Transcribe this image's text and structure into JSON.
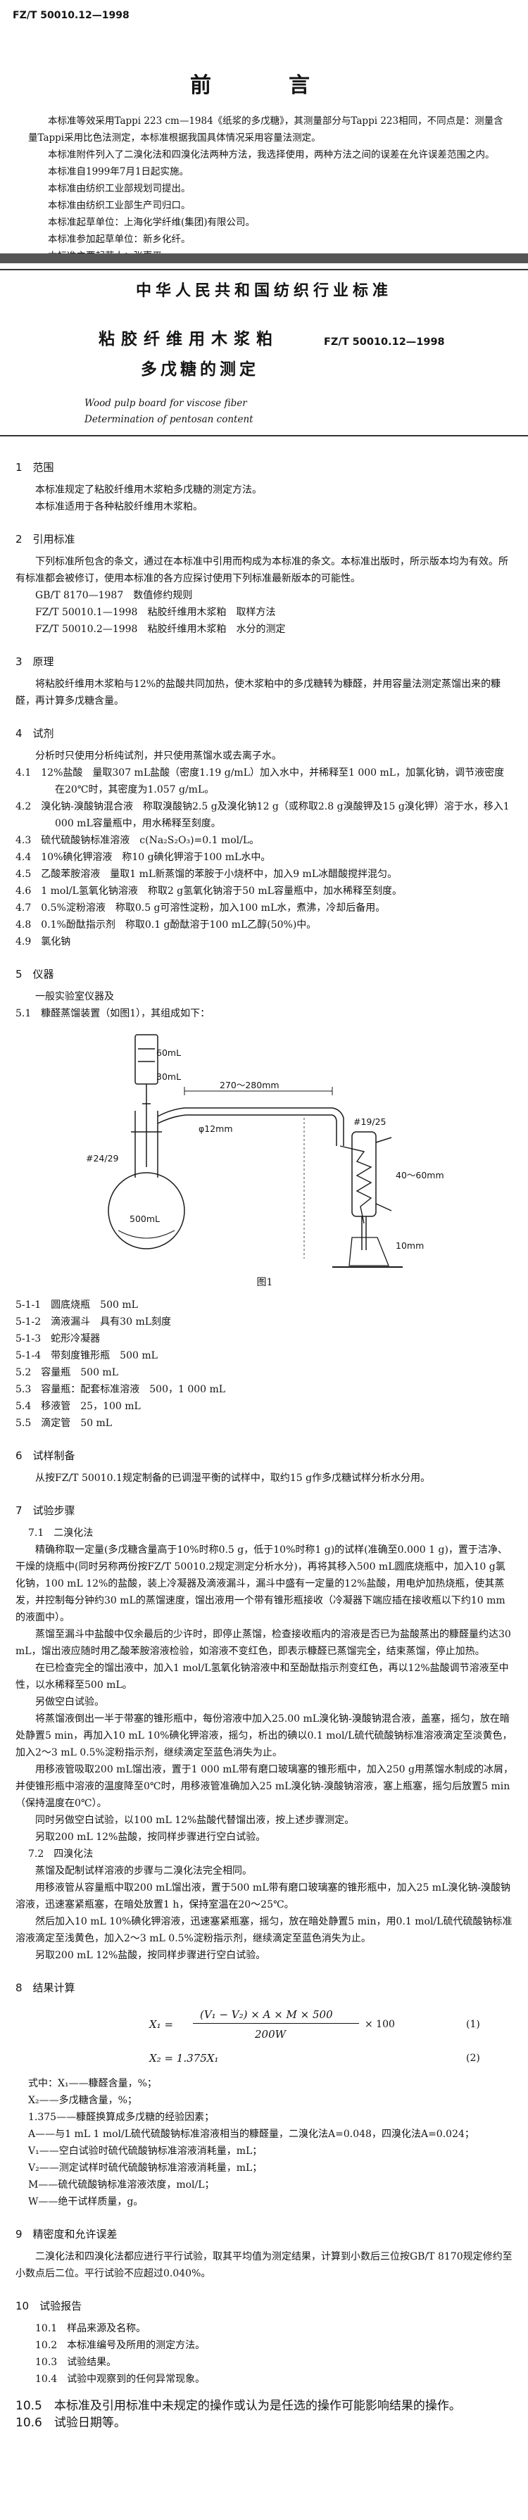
{
  "header": {
    "standard_code": "FZ/T 50010.12—1998"
  },
  "foreword": {
    "title": "前　言",
    "paragraphs": [
      "本标准等效采用Tappi 223 cm—1984《纸浆的多戊糖》，其测量部分与Tappi 223相同，不同点是：测量含量Tappi采用比色法测定，本标准根据我国具体情况采用容量法测定。",
      "本标准附件列入了二溴化法和四溴化法两种方法，我选择使用，两种方法之间的误差在允许误差范围之内。",
      "本标准自1999年7月1日起实施。",
      "本标准由纺织工业部规划司提出。",
      "本标准由纺织工业部生产司归口。",
      "本标准起草单位：上海化学纤维(集团)有限公司。",
      "本标准参加起草单位：新乡化纤。",
      "本标准主要起草人：张惠平。"
    ]
  },
  "ministry": "中华人民共和国纺织行业标准",
  "standard": {
    "title_line1": "粘胶纤维用木浆粕",
    "title_line2": "多戊糖的测定",
    "number": "FZ/T 50010.12—1998",
    "english_line1": "Wood pulp board for viscose fiber",
    "english_line2": "Determination of pentosan content"
  },
  "sections": {
    "s1_title": "1　范围",
    "s1_lines": [
      "本标准规定了粘胶纤维用木浆粕多戊糖的测定方法。",
      "本标准适用于各种粘胶纤维用木浆粕。"
    ],
    "s2_title": "2　引用标准",
    "s2_para": "下列标准所包含的条文，通过在本标准中引用而构成为本标准的条文。本标准出版时，所示版本均为有效。所有标准都会被修订，使用本标准的各方应探讨使用下列标准最新版本的可能性。",
    "s2_refs": [
      "GB/T 8170—1987　数值修约规则",
      "FZ/T 50010.1—1998　粘胶纤维用木浆粕　取样方法",
      "FZ/T 50010.2—1998　粘胶纤维用木浆粕　水分的测定"
    ],
    "s3_title": "3　原理",
    "s3_para": "将粘胶纤维用木浆粕与12%的盐酸共同加热，使木浆粕中的多戊糖转为糠醛，并用容量法测定蒸馏出来的糠醛，再计算多戊糖含量。",
    "s4_title": "4　试剂",
    "s4_intro": "分析时只使用分析纯试剂，并只使用蒸馏水或去离子水。",
    "s4_items": [
      "4.1　12%盐酸　量取307 mL盐酸（密度1.19 g/mL）加入水中，并稀释至1 000 mL，加氯化钠，调节液密度在20℃时，其密度为1.057 g/mL。",
      "4.2　溴化钠-溴酸钠混合液　称取溴酸钠2.5 g及溴化钠12 g（或称取2.8 g溴酸钾及15 g溴化钾）溶于水，移入1 000 mL容量瓶中，用水稀释至刻度。",
      "4.3　硫代硫酸钠标准溶液　c(Na₂S₂O₃)=0.1 mol/L。",
      "4.4　10%碘化钾溶液　称10 g碘化钾溶于100 mL水中。",
      "4.5　乙酸苯胺溶液　量取1 mL新蒸馏的苯胺于小烧杯中，加入9 mL冰醋酸搅拌混匀。",
      "4.6　1 mol/L氢氧化钠溶液　称取2 g氢氧化钠溶于50 mL容量瓶中，加水稀释至刻度。",
      "4.7　0.5%淀粉溶液　称取0.5 g可溶性淀粉，加入100 mL水，煮沸，冷却后备用。",
      "4.8　0.1%酚酞指示剂　称取0.1 g酚酞溶于100 mL乙醇(50%)中。",
      "4.9　氯化钠"
    ],
    "s5_title": "5　仪器",
    "s5_intro": "一般实验室仪器及",
    "s5_1": "5.1　糠醛蒸馏装置（如图1），其组成如下：",
    "figure_caption": "图1",
    "figure_labels": {
      "top_ml": "60mL",
      "vol_ml": "30mL",
      "dim_top": "270～280mm",
      "dim_d": "φ12mm",
      "joint_upper": "#19/25",
      "joint_lower": "#24/29",
      "flask": "500mL",
      "dim_side": "40～60mm",
      "dim_short": "10mm"
    },
    "s5_parts": [
      "5-1-1　圆底烧瓶　500 mL",
      "5-1-2　滴液漏斗　具有30 mL刻度",
      "5-1-3　蛇形冷凝器",
      "5-1-4　带刻度锥形瓶　500 mL",
      "5.2　容量瓶　500 mL",
      "5.3　容量瓶：配套标准溶液　500，1 000 mL",
      "5.4　移液管　25，100 mL",
      "5.5　滴定管　50 mL"
    ],
    "s6_title": "6　试样制备",
    "s6_para": "从按FZ/T 50010.1规定制备的已调湿平衡的试样中，取约15 g作多戊糖试样分析水分用。",
    "s7_title": "7　试验步骤",
    "s7_1": "7.1　二溴化法",
    "s7_1_paras": [
      "精确称取一定量(多戊糖含量高于10%时称0.5 g，低于10%时称1 g)的试样(准确至0.000 1 g)，置于洁净、干燥的烧瓶中(同时另称两份按FZ/T 50010.2规定测定分析水分)，再将其移入500 mL圆底烧瓶中，加入10 g氯化钠，100 mL 12%的盐酸，装上冷凝器及滴液漏斗，漏斗中盛有一定量的12%盐酸，用电炉加热烧瓶，使其蒸发，并控制每分钟约30 mL的蒸馏速度，馏出液用一个带有锥形瓶接收（冷凝器下端应插在接收瓶以下约10 mm的液面中）。",
      "蒸馏至漏斗中盐酸中仅余最后的少许时，即停止蒸馏，检查接收瓶内的溶液是否已为盐酸蒸出的糠醛量约达30 mL，馏出液应随时用乙酸苯胺溶液检验，如溶液不变红色，即表示糠醛已蒸馏完全，结束蒸馏，停止加热。",
      "在已检查完全的馏出液中，加入1 mol/L氢氧化钠溶液中和至酚酞指示剂变红色，再以12%盐酸调节溶液至中性，以水稀释至500 mL。",
      "另做空白试验。"
    ],
    "s7_1_paras2": [
      "将蒸馏液倒出一半于带塞的锥形瓶中，每份溶液中加入25.00 mL溴化钠-溴酸钠混合液，盖塞，摇匀，放在暗处静置5 min，再加入10 mL 10%碘化钾溶液，摇匀，析出的碘以0.1 mol/L硫代硫酸钠标准溶液滴定至淡黄色，加入2～3 mL 0.5%淀粉指示剂，继续滴定至蓝色消失为止。",
      "用移液管吸取200 mL馏出液，置于1 000 mL带有磨口玻璃塞的锥形瓶中，加入250 g用蒸馏水制成的冰屑，并使锥形瓶中溶液的温度降至0℃时，用移液管准确加入25 mL溴化钠-溴酸钠溶液，塞上瓶塞，摇匀后放置5 min（保持温度在0℃）。",
      "同时另做空白试验，以100 mL 12%盐酸代替馏出液，按上述步骤测定。",
      "另取200 mL 12%盐酸，按同样步骤进行空白试验。"
    ],
    "s7_2": "7.2　四溴化法",
    "s7_2_paras": [
      "蒸馏及配制试样溶液的步骤与二溴化法完全相同。",
      "用移液管从容量瓶中取200 mL馏出液，置于500 mL带有磨口玻璃塞的锥形瓶中，加入25 mL溴化钠-溴酸钠溶液，迅速塞紧瓶塞，在暗处放置1 h，保持室温在20～25℃。",
      "然后加入10 mL 10%碘化钾溶液，迅速塞紧瓶塞，摇匀，放在暗处静置5 min，用0.1 mol/L硫代硫酸钠标准溶液滴定至浅黄色，加入2～3 mL 0.5%淀粉指示剂，继续滴定至蓝色消失为止。",
      "另取200 mL 12%盐酸，按同样步骤进行空白试验。"
    ],
    "s8_title": "8　结果计算",
    "formula": {
      "lhs1": "X₁ =",
      "num1": "(V₁ − V₂) × A × M × 500",
      "den1": "200W",
      "rhs1": "× 100",
      "tag1": "(1)",
      "lhs2": "X₂ = 1.375X₁",
      "tag2": "(2)"
    },
    "s8_where": [
      "式中：X₁——糠醛含量，%；",
      "X₂——多戊糖含量，%；",
      "1.375——糠醛换算成多戊糖的经验因素；",
      "A——与1 mL 1 mol/L硫代硫酸钠标准溶液相当的糠醛量，二溴化法A=0.048，四溴化法A=0.024；",
      "V₁——空白试验时硫代硫酸钠标准溶液消耗量，mL；",
      "V₂——测定试样时硫代硫酸钠标准溶液消耗量，mL；",
      "M——硫代硫酸钠标准溶液浓度，mol/L；",
      "W——绝干试样质量，g。"
    ],
    "s9_title": "9　精密度和允许误差",
    "s9_para": "二溴化法和四溴化法都应进行平行试验，取其平均值为测定结果，计算到小数后三位按GB/T 8170规定修约至小数点后二位。平行试验不应超过0.040%。",
    "s10_title": "10　试验报告",
    "s10_items": [
      "10.1　样品来源及名称。",
      "10.2　本标准编号及所用的测定方法。",
      "10.3　试验结果。",
      "10.4　试验中观察到的任何异常现象。"
    ],
    "s10_5": "10.5　本标准及引用标准中未规定的操作或认为是任选的操作可能影响结果的操作。",
    "s10_6": "10.6　试验日期等。"
  }
}
